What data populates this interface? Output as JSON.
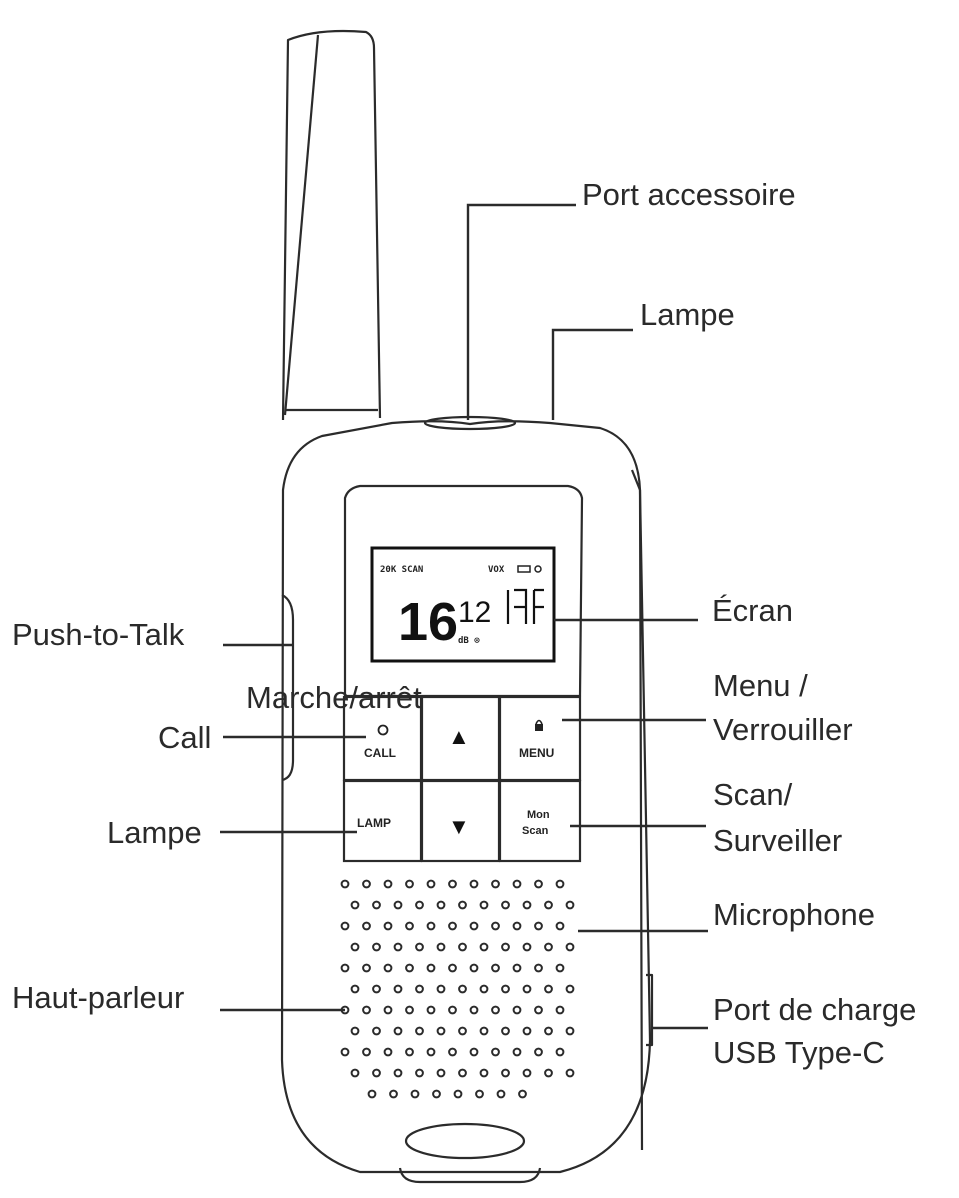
{
  "labels": {
    "port_accessoire": "Port accessoire",
    "lampe_top": "Lampe",
    "ecran": "Écran",
    "push_to_talk": "Push-to-Talk",
    "marche_arret": "Marche/arrêt",
    "call": "Call",
    "menu_line1": "Menu /",
    "menu_line2": "Verrouiller",
    "scan_line1": "Scan/",
    "scan_line2": "Surveiller",
    "lampe_side": "Lampe",
    "microphone": "Microphone",
    "haut_parleur": "Haut-parleur",
    "charge_line1": "Port de charge",
    "charge_line2": "USB Type-C"
  },
  "lcd": {
    "indicator_left": "20K SCAN",
    "indicator_right": "VOX",
    "channel": "16",
    "subcode": "12",
    "sub_small": "dB ⊙"
  },
  "keys": {
    "call": "CALL",
    "menu": "MENU",
    "lamp": "LAMP",
    "mon": "Mon",
    "scan": "Scan",
    "up_icon": "▲",
    "down_icon": "▼"
  }
}
